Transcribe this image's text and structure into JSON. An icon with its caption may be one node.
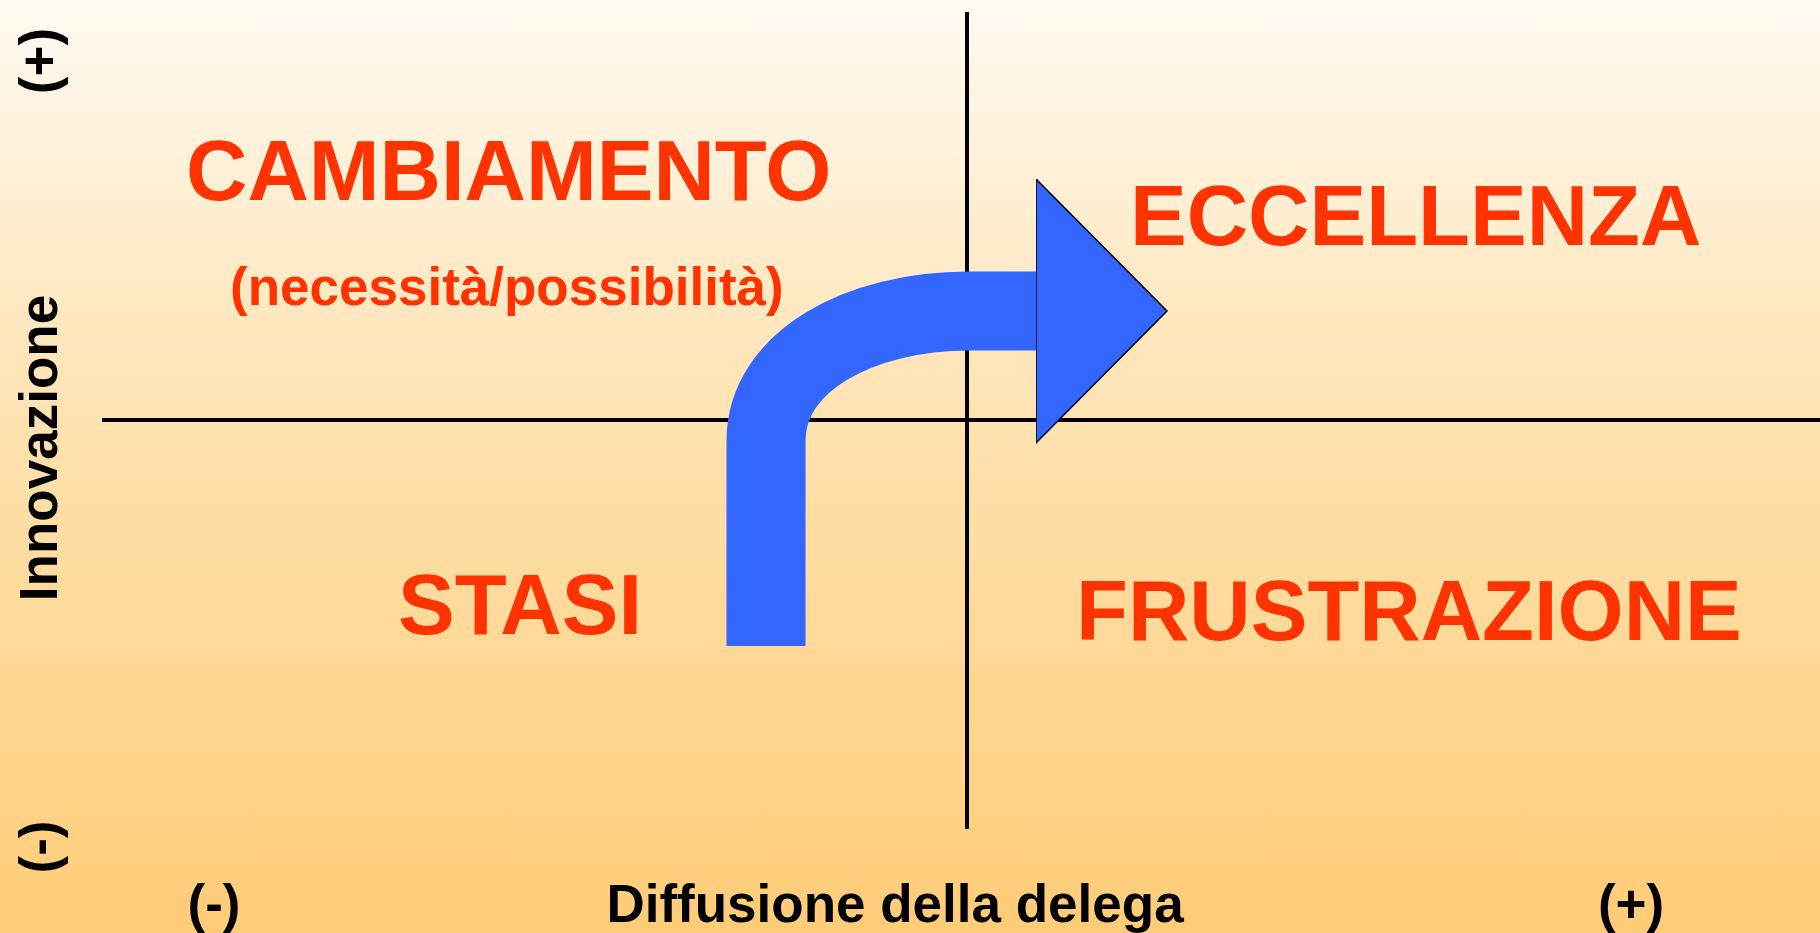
{
  "diagram": {
    "nodes": [
      {
        "text": [
          "CAMBIAMENTO",
          "(necessità/possibilità)"
        ]
      },
      {
        "text": [
          "ECCELLENZA"
        ]
      },
      {
        "text": [
          "STASI"
        ]
      },
      {
        "text": [
          "FRUSTRAZIONE"
        ]
      }
    ],
    "edges": [
      {
        "from": 2,
        "to": 1,
        "arrow": "to"
      }
    ],
    "labels": [
      "(+)",
      "Innovazione",
      "(-)",
      "(-)",
      "Diffusione della delega",
      "(+)"
    ]
  }
}
